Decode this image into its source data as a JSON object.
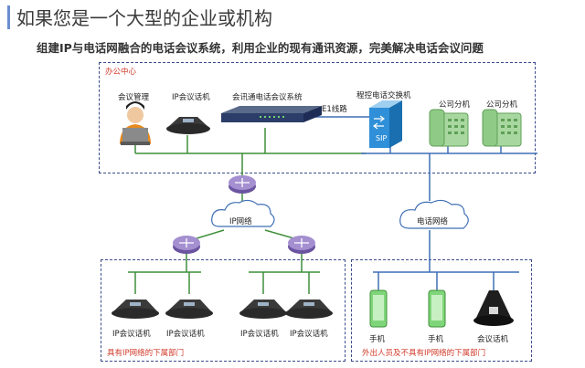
{
  "title": "如果您是一个大型的企业或机构",
  "subtitle": "组建IP与电话网融合的电话会议系统，利用企业的现有通讯资源，完美解决电话会议问题",
  "office": {
    "region_label": "办公中心",
    "meeting_admin": "会议管理",
    "ip_phone": "IP会议话机",
    "conference_system": "会讯通电话会议系统",
    "e1_line": "E1线路",
    "pbx": "程控电话交换机",
    "pbx_sip_text": "SIP",
    "ext1": "公司分机",
    "ext2": "公司分机"
  },
  "networks": {
    "ip_network": "IP网络",
    "phone_network": "电话网络"
  },
  "branch_ip": {
    "region_label": "具有IP网络的下属部门",
    "phones": [
      "IP会议话机",
      "IP会议话机",
      "IP会议话机",
      "IP会议话机"
    ]
  },
  "branch_other": {
    "region_label": "外出人员及不具有IP网络的下属部门",
    "devices": [
      "手机",
      "手机",
      "会议话机"
    ]
  },
  "colors": {
    "accent": "#6a8fd0",
    "line_blue": "#3f6fb5",
    "line_green": "#3f8f3a",
    "router": "#8a6fb0",
    "label_red": "#d23a2a"
  }
}
